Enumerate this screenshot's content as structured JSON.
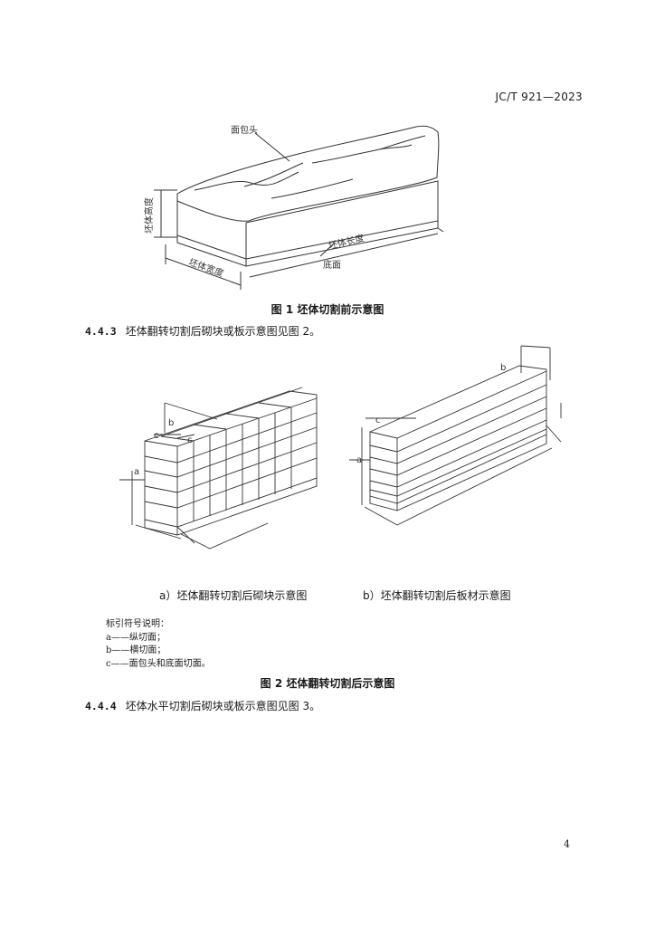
{
  "header": {
    "doc_code": "JC/T 921—2023"
  },
  "figure1": {
    "labels": {
      "bread_head": "面包头",
      "height": "坯体高度",
      "length": "坯体长度",
      "width": "坯体宽度",
      "bottom": "底面"
    },
    "caption": "图 1   坯体切割前示意图"
  },
  "clause_443": {
    "num": "4.4.3",
    "text": "坯体翻转切割后砌块或板示意图见图 2。"
  },
  "figure2": {
    "marks": {
      "a": "a",
      "b": "b",
      "c": "c"
    },
    "sub_a": "a）坯体翻转切割后砌块示意图",
    "sub_b": "b）坯体翻转切割后板材示意图",
    "legend": {
      "title": "标引符号说明：",
      "a": "a——纵切面；",
      "b": "b——横切面；",
      "c": "c——面包头和底面切面。"
    },
    "caption": "图 2   坯体翻转切割后示意图"
  },
  "clause_444": {
    "num": "4.4.4",
    "text": "坯体水平切割后砌块或板示意图见图 3。"
  },
  "page_number": "4"
}
